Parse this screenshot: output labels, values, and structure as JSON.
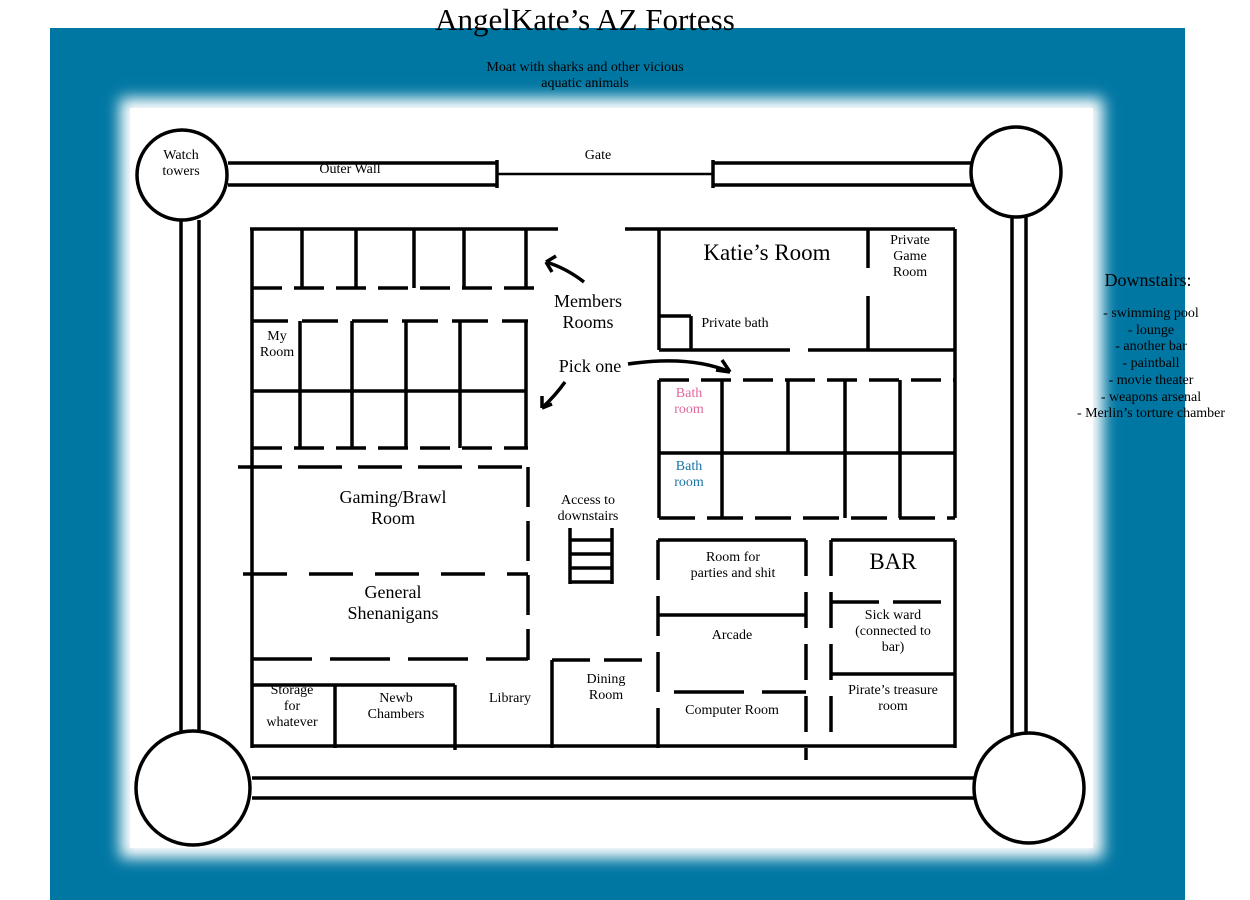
{
  "title": "AngelKate’s AZ Fortess",
  "colors": {
    "moat": "#0077a3",
    "bath_pink": "#e0689c",
    "bath_blue": "#1a74a3",
    "ink": "#000000"
  },
  "labels": {
    "moat": "Moat with sharks and other vicious\naquatic animals",
    "watch_towers": "Watch\ntowers",
    "outer_wall": "Outer Wall",
    "gate": "Gate",
    "katies_room": "Katie’s Room",
    "private_game_room": "Private\nGame\nRoom",
    "private_bath": "Private bath",
    "members_rooms": "Members\nRooms",
    "pick_one": "Pick one",
    "my_room": "My\nRoom",
    "bath_room_1": "Bath\nroom",
    "bath_room_2": "Bath\nroom",
    "gaming_brawl_room": "Gaming/Brawl\nRoom",
    "access_downstairs": "Access to\ndownstairs",
    "general_shenanigans": "General\nShenanigans",
    "room_for_parties": "Room for\nparties and shit",
    "bar": "BAR",
    "sick_ward": "Sick ward\n(connected to\nbar)",
    "arcade": "Arcade",
    "computer_room": "Computer Room",
    "pirates_treasure": "Pirate’s treasure\nroom",
    "storage": "Storage\nfor\nwhatever",
    "newb_chambers": "Newb\nChambers",
    "library": "Library",
    "dining_room": "Dining\nRoom"
  },
  "downstairs": {
    "heading": "Downstairs:",
    "items": [
      "- swimming pool",
      "- lounge",
      "- another bar",
      "- paintball",
      "- movie theater",
      "- weapons arsenal",
      "- Merlin’s torture chamber"
    ]
  }
}
